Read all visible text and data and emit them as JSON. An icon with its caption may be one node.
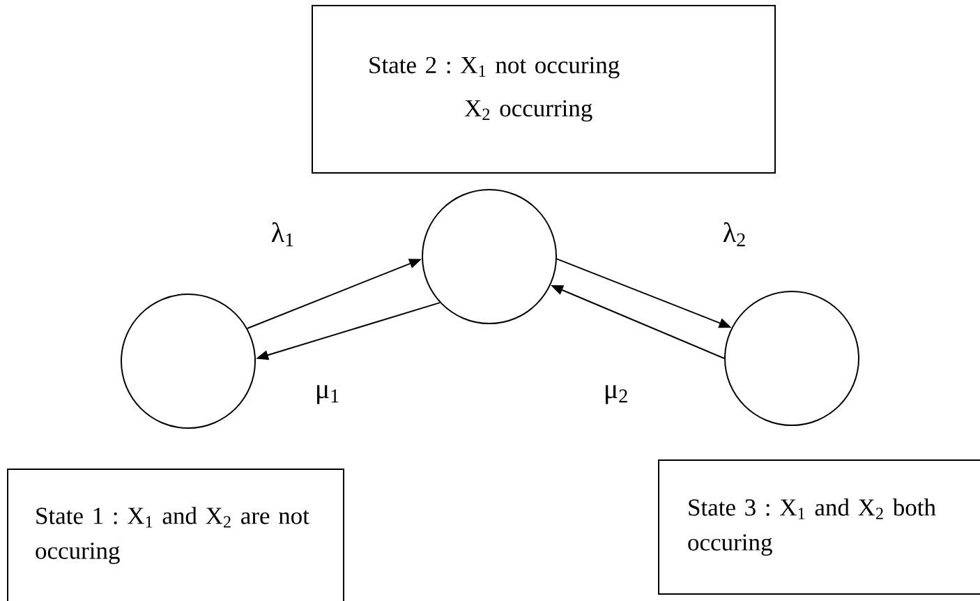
{
  "diagram": {
    "nodes": [
      {
        "text": [
          "State 2 : X$_{1}$ not occuring",
          "X$_{2}$ occurring"
        ]
      },
      {
        "text": [],
        "shape": "circle"
      },
      {
        "text": [],
        "shape": "circle"
      },
      {
        "text": [],
        "shape": "circle"
      },
      {
        "text": [
          "State 1 : X$_{1}$ and X$_{2}$  are not occuring"
        ]
      },
      {
        "text": [
          "State 3 : X$_{1}$ and X$_{2}$ both occuring"
        ]
      }
    ],
    "edges": [
      {
        "from": 1,
        "to": 2,
        "arrow": "to",
        "label": "λ$_{1}$"
      },
      {
        "from": 2,
        "to": 1,
        "arrow": "to",
        "label": "μ$_{1}$"
      },
      {
        "from": 2,
        "to": 3,
        "arrow": "to",
        "label": "λ$_{2}$"
      },
      {
        "from": 3,
        "to": 2,
        "arrow": "to",
        "label": "μ$_{2}$"
      }
    ]
  }
}
